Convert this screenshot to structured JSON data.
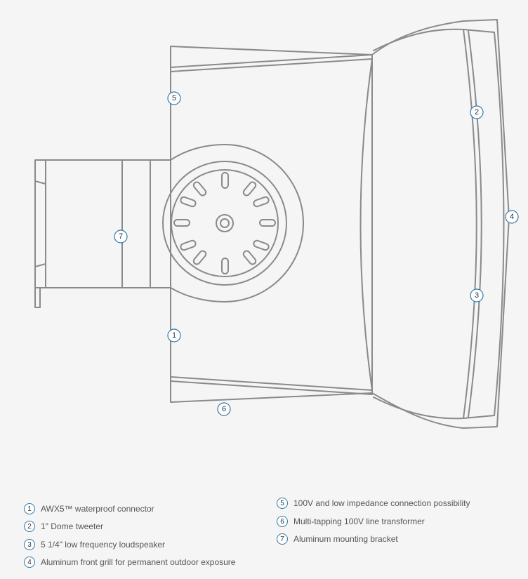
{
  "diagram": {
    "stroke_color": "#8a8a8a",
    "accent_color": "#2f79a8",
    "callouts": [
      "1",
      "2",
      "3",
      "4",
      "5",
      "6",
      "7"
    ]
  },
  "legend": {
    "items": [
      {
        "num": "1",
        "text": "AWX5™ waterproof connector"
      },
      {
        "num": "2",
        "text": "1\" Dome tweeter"
      },
      {
        "num": "3",
        "text": "5 1/4\" low frequency loudspeaker"
      },
      {
        "num": "4",
        "text": "Aluminum front grill for permanent outdoor exposure"
      },
      {
        "num": "5",
        "text": "100V and low impedance connection possibility"
      },
      {
        "num": "6",
        "text": "Multi-tapping 100V line transformer"
      },
      {
        "num": "7",
        "text": "Aluminum mounting bracket"
      }
    ]
  }
}
